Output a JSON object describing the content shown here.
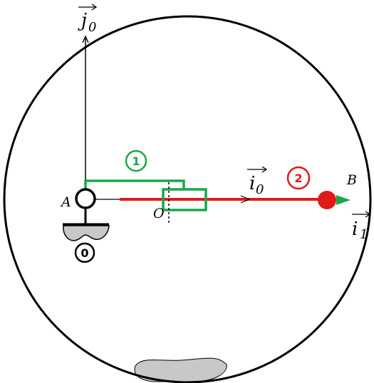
{
  "labels": {
    "j0_base": "j",
    "j0_sub": "0",
    "i0_base": "i",
    "i0_sub": "0",
    "i1_base": "i",
    "i1_sub": "1",
    "point_A": "A",
    "point_O": "O",
    "point_B": "B",
    "body_0": "0",
    "body_1": "1",
    "body_2": "2"
  },
  "colors": {
    "frame": "#000000",
    "body_1": "#1aa64a",
    "body_2": "#e01919",
    "ground": "#c8c8c8"
  }
}
